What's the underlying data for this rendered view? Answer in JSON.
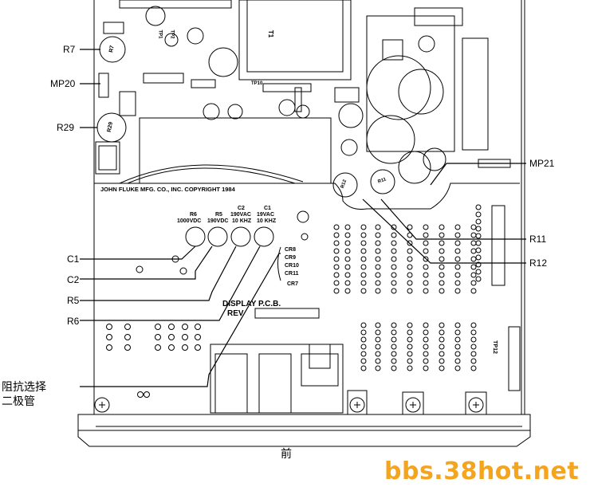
{
  "callouts": {
    "R7": "R7",
    "MP20": "MP20",
    "R29": "R29",
    "C1": "C1",
    "C2": "C2",
    "R5": "R5",
    "R6": "R6",
    "MP21": "MP21",
    "R11": "R11",
    "R12": "R12",
    "chinese_line1": "阻抗选择",
    "chinese_line2": "二极管",
    "front": "前"
  },
  "board": {
    "copyright": "JOHN FLUKE MFG. CO., INC. COPYRIGHT 1984",
    "display_pcb": "DISPLAY P.C.B.",
    "rev": "REV",
    "tp12": "TP12",
    "tp10": "TP10",
    "tp1": "TP1",
    "tp2": "TP2",
    "t1": "T1",
    "r7_part": "R7",
    "r29_part": "R29",
    "r12_part": "R12",
    "r11_part": "R11",
    "cr8": "CR8",
    "cr9": "CR9",
    "cr10": "CR10",
    "cr11": "CR11",
    "cr7": "CR7",
    "comp_r6_name": "R6",
    "comp_r6_rating": "1000VDC",
    "comp_r5_name": "R5",
    "comp_r5_rating": "190VDC",
    "comp_c2_name": "C2",
    "comp_c2_rating1": "190VAC",
    "comp_c2_rating2": "10 KHZ",
    "comp_c1_name": "C1",
    "comp_c1_rating1": "19VAC",
    "comp_c1_rating2": "10 KHZ"
  },
  "watermark": "bbs.38hot.net"
}
